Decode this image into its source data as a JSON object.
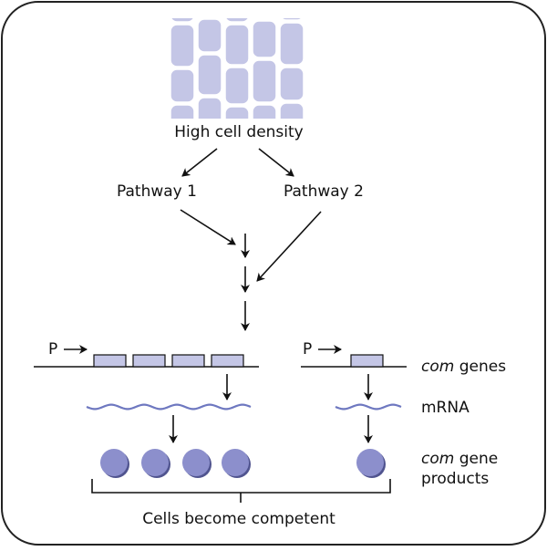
{
  "labels": {
    "density": "High cell density",
    "pathway1": "Pathway 1",
    "pathway2": "Pathway 2",
    "promoter1": "P",
    "promoter2": "P",
    "com_genes_italic": "com",
    "com_genes_rest": " genes",
    "mrna": "mRNA",
    "products_italic": "com",
    "products_rest": " gene",
    "products_line2": "products",
    "competent": "Cells become competent"
  },
  "colors": {
    "cell_fill": "#c4c6e6",
    "cell_stroke": "#ffffff",
    "gene_box_fill": "#c4c6e6",
    "mrna_stroke": "#6e78c0",
    "product_fill": "#8c8fcc",
    "product_shadow": "#50548f",
    "line": "#111111",
    "frame": "#222222"
  }
}
